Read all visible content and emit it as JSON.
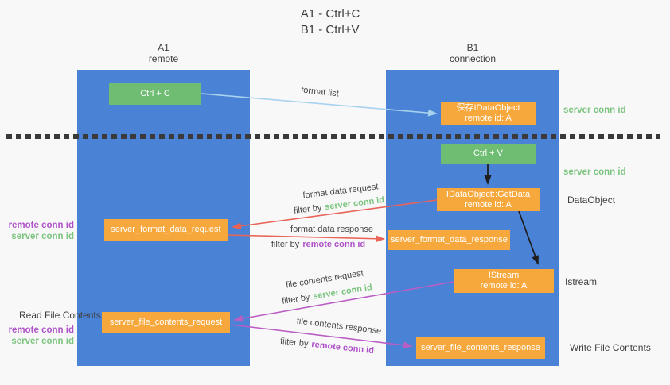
{
  "title": {
    "line1": "A1 - Ctrl+C",
    "line2": "B1 - Ctrl+V"
  },
  "lanes": {
    "left": {
      "name": "A1",
      "subtitle": "remote"
    },
    "right": {
      "name": "B1",
      "subtitle": "connection"
    }
  },
  "nodes": {
    "ctrl_c": "Ctrl + C",
    "ctrl_v": "Ctrl + V",
    "save_dataobject": {
      "line1": "保存IDataObject",
      "line2": "remote id: A"
    },
    "getdata": {
      "line1": "IDataObject::GetData",
      "line2": "remote id: A"
    },
    "istream": {
      "line1": "IStream",
      "line2": "remote id: A"
    },
    "format_data_request": "server_format_data_request",
    "format_data_response": "server_format_data_response",
    "file_contents_request": "server_file_contents_request",
    "file_contents_response": "server_file_contents_response"
  },
  "labels": {
    "format_list": "format list",
    "format_data_request": "format data request",
    "format_data_response": "format data response",
    "file_contents_request": "file contents request",
    "file_contents_response": "file contents response",
    "filter_by": "filter by",
    "server_conn_id": "server conn id",
    "remote_conn_id": "remote conn id",
    "dataobject": "DataObject",
    "istream": "Istream",
    "read_file_contents": "Read File Contents",
    "write_file_contents": "Write File Contents"
  },
  "colors": {
    "lane_fill": "#4a82d6",
    "green_box": "#6ebd72",
    "orange_box": "#f7a83d",
    "arrow_blue": "#a8d2ee",
    "arrow_red": "#e96358",
    "arrow_magenta": "#bb5ec4",
    "arrow_black": "#1f1f1f",
    "text_green": "#7cc47f",
    "text_purple": "#af52c8",
    "text_gray": "#3f3f3f",
    "dotted_line": "#3a3a3a",
    "background": "#f8f8f9"
  }
}
